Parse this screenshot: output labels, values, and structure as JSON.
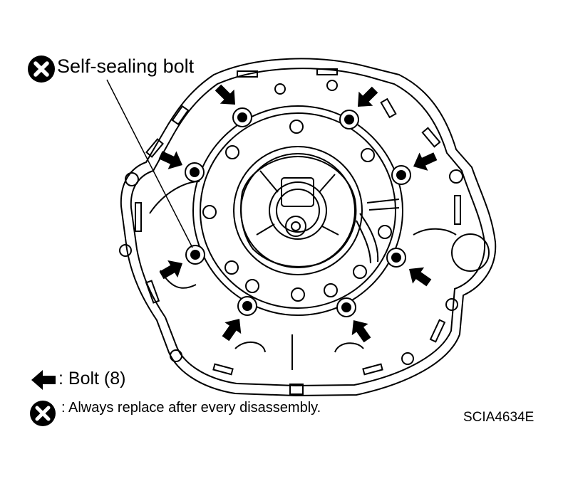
{
  "callout": {
    "label": "Self-sealing bolt",
    "icon": "replace-x-icon"
  },
  "legend": {
    "bolt_text": ": Bolt (8)",
    "bolt_icon": "arrow-left-icon",
    "self_sealing_text": ": Always replace after every disassembly.",
    "self_sealing_icon": "replace-x-icon"
  },
  "figure_code": "SCIA4634E"
}
